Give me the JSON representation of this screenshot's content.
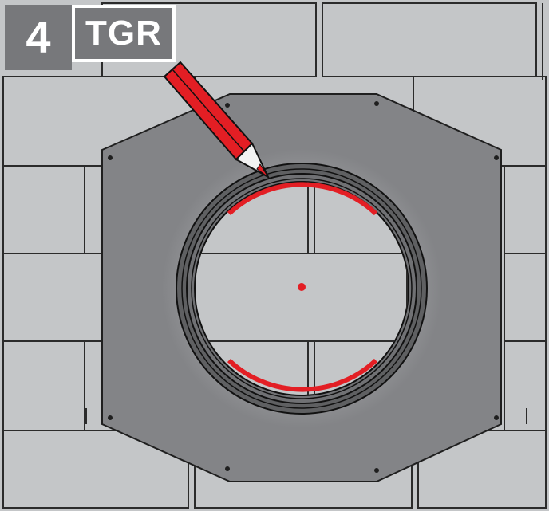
{
  "header": {
    "step_number": "4",
    "code": "TGR"
  },
  "colors": {
    "tile": "#c4c6c8",
    "tile_line": "#2b2b2b",
    "flashing_plate": "#838487",
    "ring": "#5f6062",
    "pencil_red": "#e31e24",
    "badge_bg": "#77787b"
  },
  "icons": [
    "pencil-icon",
    "center-mark-dot"
  ]
}
